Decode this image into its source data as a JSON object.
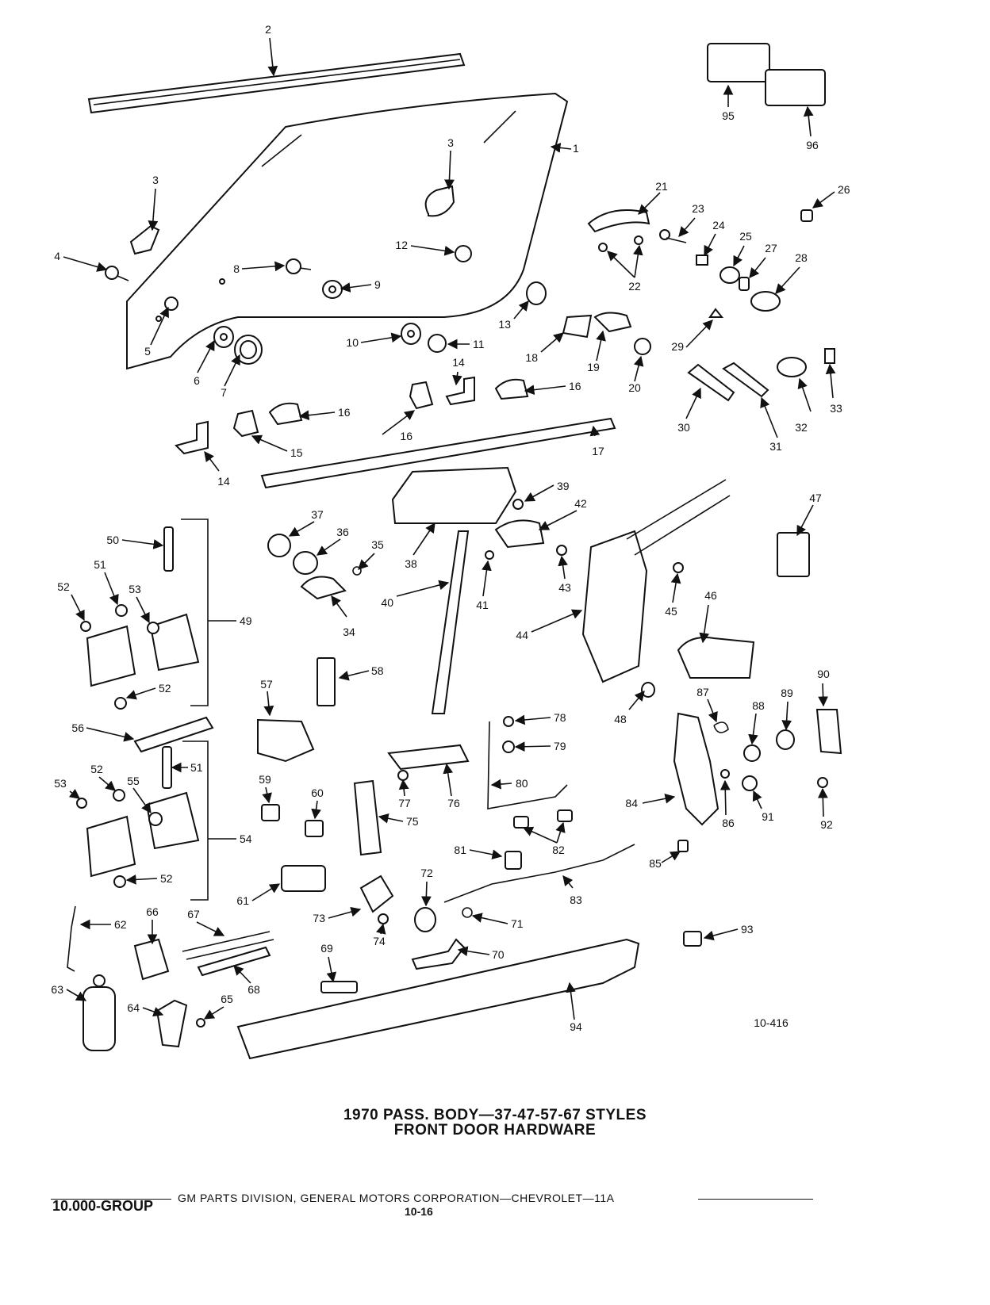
{
  "title_line1": "1970 PASS. BODY—37-47-57-67 STYLES",
  "title_line2": "FRONT DOOR HARDWARE",
  "footer_credit": "GM PARTS DIVISION, GENERAL MOTORS CORPORATION—CHEVROLET—11A",
  "footer_group": "10.000-GROUP",
  "footer_page": "10-16",
  "drawing_number": "10-416",
  "callouts": [
    "1",
    "2",
    "3",
    "3",
    "4",
    "5",
    "6",
    "7",
    "8",
    "9",
    "10",
    "11",
    "12",
    "13",
    "14",
    "14",
    "15",
    "16",
    "16",
    "16",
    "17",
    "18",
    "19",
    "20",
    "21",
    "22",
    "23",
    "24",
    "25",
    "26",
    "27",
    "28",
    "29",
    "30",
    "31",
    "32",
    "33",
    "34",
    "35",
    "36",
    "37",
    "38",
    "39",
    "40",
    "41",
    "42",
    "43",
    "44",
    "45",
    "46",
    "47",
    "48",
    "49",
    "50",
    "51",
    "51",
    "52",
    "52",
    "52",
    "52",
    "53",
    "53",
    "54",
    "55",
    "56",
    "57",
    "58",
    "59",
    "60",
    "61",
    "62",
    "63",
    "64",
    "65",
    "66",
    "67",
    "68",
    "69",
    "70",
    "71",
    "72",
    "73",
    "74",
    "75",
    "76",
    "77",
    "78",
    "79",
    "80",
    "81",
    "82",
    "83",
    "84",
    "85",
    "86",
    "87",
    "88",
    "89",
    "90",
    "91",
    "92",
    "93",
    "94",
    "95",
    "96"
  ]
}
